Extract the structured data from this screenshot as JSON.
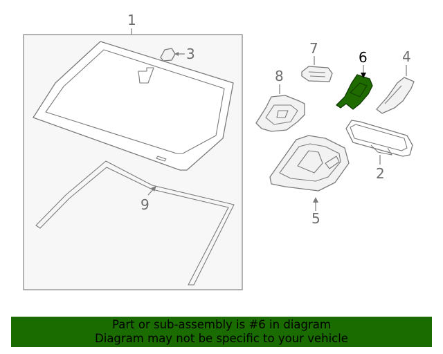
{
  "callouts": {
    "c1": "1",
    "c2": "2",
    "c3": "3",
    "c4": "4",
    "c5": "5",
    "c6": "6",
    "c7": "7",
    "c8": "8",
    "c9": "9"
  },
  "highlight": {
    "part_number": "6",
    "color": "#1f6b00"
  },
  "banner": {
    "line1": "Part or sub-assembly is #6 in diagram",
    "line2": "Diagram may not be specific to your vehicle",
    "background": "#1a6b00"
  }
}
